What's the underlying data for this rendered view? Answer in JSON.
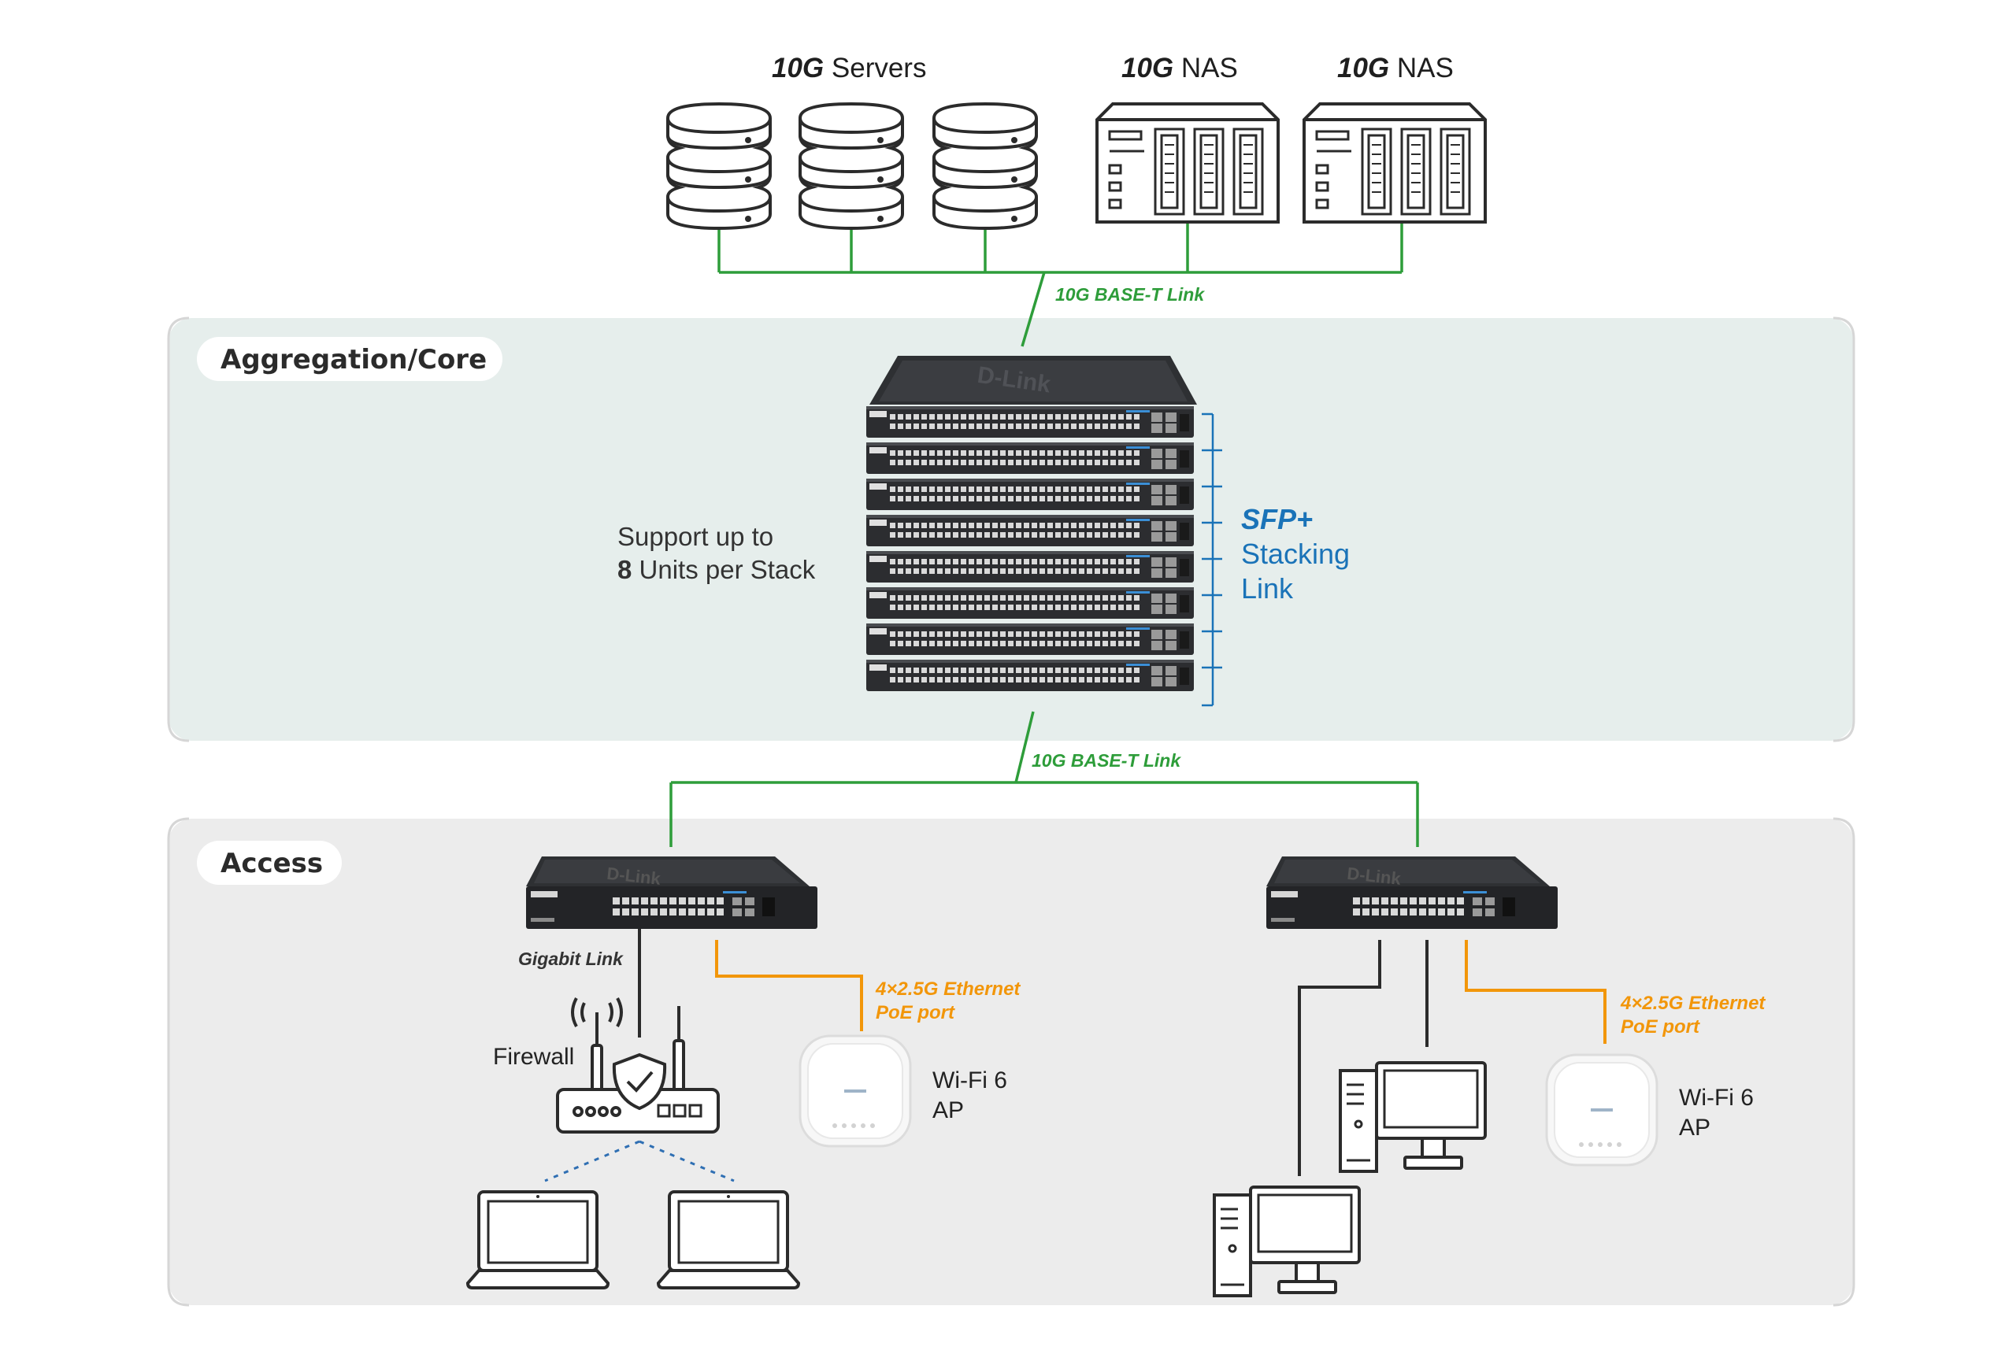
{
  "top": {
    "servers_bold": "10G",
    "servers_rest": " Servers",
    "nas1_bold": "10G",
    "nas1_rest": " NAS",
    "nas2_bold": "10G",
    "nas2_rest": " NAS",
    "uplink_label": "10G BASE-T Link"
  },
  "aggregation": {
    "title": "Aggregation/Core",
    "support_line1": "Support up to",
    "support_bold": "8",
    "support_line2_rest": " Units per Stack",
    "sfp_line1": "SFP+",
    "sfp_line2": "Stacking",
    "sfp_line3": "Link",
    "downlink_label": "10G BASE-T Link",
    "switch_brand": "D-Link",
    "unit_brand": "D-Link"
  },
  "access": {
    "title": "Access",
    "gigabit_label": "Gigabit Link",
    "firewall_label": "Firewall",
    "poe_left_line1": "4×2.5G Ethernet",
    "poe_left_line2": "PoE port",
    "ap_left_line1": "Wi-Fi 6",
    "ap_left_line2": "AP",
    "poe_right_line1": "4×2.5G Ethernet",
    "poe_right_line2": "PoE port",
    "ap_right_line1": "Wi-Fi 6",
    "ap_right_line2": "AP",
    "left_switch_brand": "D-Link",
    "right_switch_brand": "D-Link"
  },
  "colors": {
    "green_link": "#2e9d3a",
    "orange_poe": "#f2960a",
    "blue_stack": "#1a73b8",
    "aggregation_bg": "#e6eeec",
    "access_bg": "#ececec"
  },
  "icons": [
    "server-icon",
    "nas-icon",
    "switch-icon",
    "wifi-ap-icon",
    "router-firewall-icon",
    "laptop-icon",
    "desktop-pc-icon"
  ]
}
